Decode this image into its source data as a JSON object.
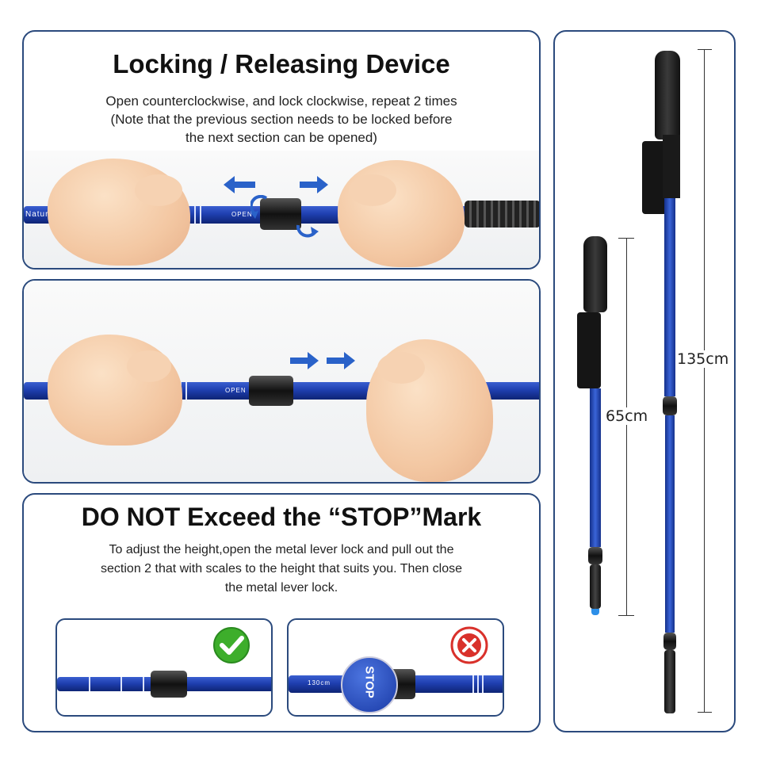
{
  "panel_lock": {
    "title": "Locking / Releasing Device",
    "lines": [
      "Open counterclockwise, and lock clockwise, repeat 2 times",
      "(Note that the previous section needs to be locked before",
      "the next section can be opened)"
    ],
    "pole_text": "Naturehike",
    "label_open": "OPEN"
  },
  "panel_stop": {
    "title": "DO NOT Exceed the “STOP”Mark",
    "lines": [
      "To adjust the height,open the metal lever lock and pull out the",
      "section 2 that with scales to the height that suits you. Then close",
      "the metal lever lock."
    ],
    "stop_text": "STOP",
    "scale_text": "130cm"
  },
  "dimensions": {
    "long_pole": "135cm",
    "short_pole": "65cm"
  },
  "colors": {
    "pole_blue": "#1f3fb0",
    "border": "#2b4a7d",
    "arrow_blue": "#2a62c9",
    "ok_green": "#3dae2b",
    "no_red": "#d9312b"
  },
  "icons": [
    "arrow-left-icon",
    "arrow-right-icon",
    "rotate-arrow-icon",
    "check-icon",
    "cross-icon"
  ]
}
